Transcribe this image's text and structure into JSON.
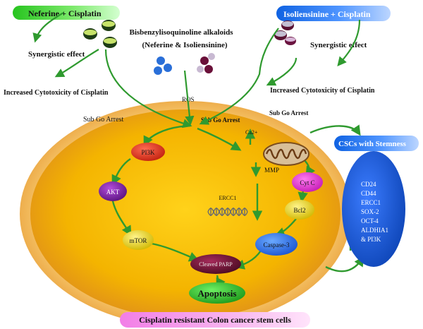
{
  "top_left_label": "Neferine + Cisplatin",
  "top_right_label": "Isoliensinine + Cisplatin",
  "alkaloids_title": [
    "Bisbenzylisoquinoline alkaloids",
    "(Neferine & Isoliensinine)"
  ],
  "synergistic_left": "Synergistic effect",
  "synergistic_right": "Synergistic effect",
  "cytotoxicity_left": "Increased Cytotoxicity of Cisplatin",
  "cytotoxicity_right": "Increased Cytotoxicity of Cisplatin",
  "ros": "ROS",
  "sub_go_arrest_left": "Sub Go Arrest",
  "sub_go_arrest_center": "Sub Go Arrest",
  "sub_go_arrest_right": "Sub Go Arrest",
  "ca2": "Ca2+",
  "mmp": "MMP",
  "ercc1": "ERCC1",
  "nodes": {
    "pi3k": "PI3K",
    "akt": "AKT",
    "mtor": "mTOR",
    "cyt_c": "Cyt C",
    "bcl2": "Bcl2",
    "caspase": "Caspase-3",
    "cleaved_parp": "Cleaved PARP",
    "apoptosis": "Apoptosis"
  },
  "cscs_label": "CSCs with Stemness",
  "markers": [
    "CD24",
    "CD44",
    "ERCC1",
    "SOX-2",
    "OCT-4",
    "ALDHIA1",
    "& PI3K"
  ],
  "bottom_label": "Cisplatin resistant Colon cancer stem cells",
  "colors": {
    "arrow": "#2f9a2f",
    "cell_outer": "#f2a23a",
    "cell_inner": "#f5b400",
    "stemness_blue": "#1f63d8",
    "apoptosis_green": "#2fbf2f",
    "bottom_pink": "#f07ad8"
  }
}
